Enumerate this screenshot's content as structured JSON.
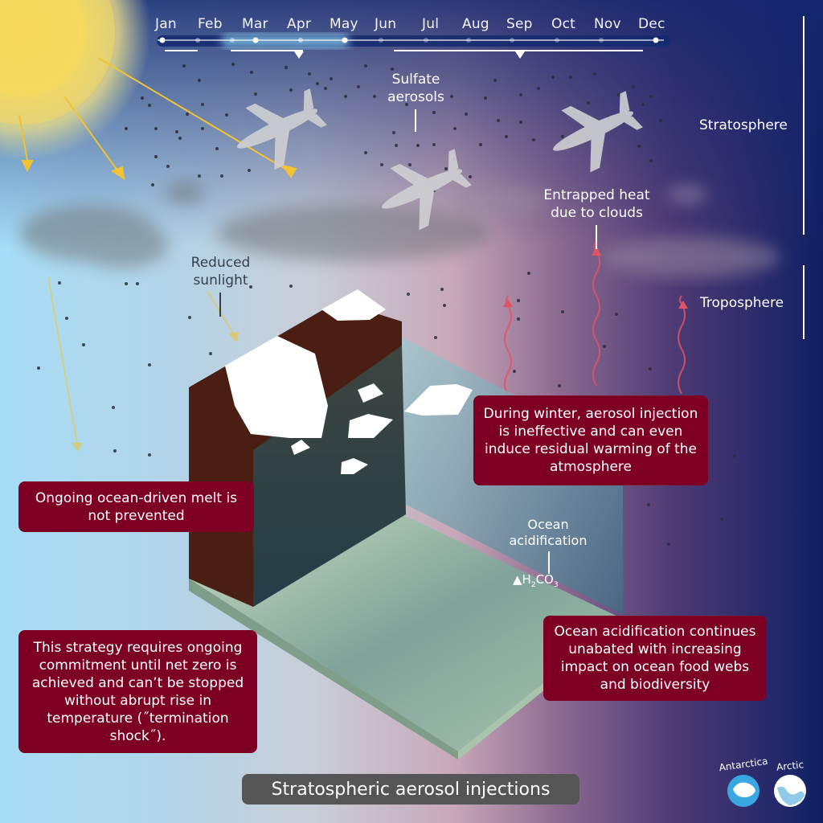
{
  "title": "Stratospheric aerosol injections",
  "timeline": {
    "months": [
      "Jan",
      "Feb",
      "Mar",
      "Apr",
      "May",
      "Jun",
      "Jul",
      "Aug",
      "Sep",
      "Oct",
      "Nov",
      "Dec"
    ],
    "highlight_range": [
      "Mar",
      "May"
    ],
    "markers": [
      "Apr",
      "Sep"
    ]
  },
  "layers": {
    "stratosphere": "Stratosphere",
    "troposphere": "Troposphere"
  },
  "labels": {
    "sulfate_line1": "Sulfate",
    "sulfate_line2": "aerosols",
    "heat_line1": "Entrapped heat",
    "heat_line2": "due to clouds",
    "sunlight_line1": "Reduced",
    "sunlight_line2": "sunlight",
    "acid_line1": "Ocean",
    "acid_line2": "acidification",
    "formula_h": "H",
    "formula_2": "2",
    "formula_co": "CO",
    "formula_3": "3"
  },
  "callouts": {
    "winter": "During winter, aerosol injection is ineffective and can even induce residual warming of the atmosphere",
    "melt": "Ongoing ocean-driven melt is not prevented",
    "commitment": "This strategy requires ongoing commitment until net zero is achieved and can’t be stopped without abrupt rise in temperature (˝termination shock˝).",
    "acidification": "Ocean acidification continues unabated with increasing impact on ocean food webs and biodiversity"
  },
  "badges": {
    "antarctica": "Antarctica",
    "arctic": "Arctic"
  },
  "colors": {
    "callout_bg": "#7d0024",
    "title_bg": "#555555",
    "sun": "#f7d34a",
    "rock": "#4a1e12",
    "heat_arrow": "#e05563"
  }
}
